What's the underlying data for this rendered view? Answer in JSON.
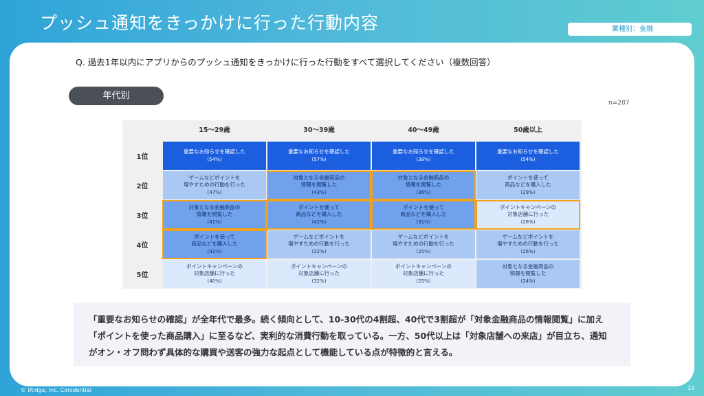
{
  "header": {
    "title": "プッシュ通知をきっかけに行った行動内容",
    "tag": "業種別：金融"
  },
  "question": "Q. 過去1年以内にアプリからのプッシュ通知をきっかけに行った行動をすべて選択してください（複数回答）",
  "segment_label": "年代別",
  "sample_size": "n=287",
  "table": {
    "columns": [
      "15〜29歳",
      "30〜39歳",
      "40〜49歳",
      "50歳以上"
    ],
    "ranks": [
      "1位",
      "2位",
      "3位",
      "4位",
      "5位"
    ],
    "cells": [
      [
        {
          "label": "重要なお知らせを確認した",
          "pct": "(54%)"
        },
        {
          "label": "重要なお知らせを確認した",
          "pct": "(57%)"
        },
        {
          "label": "重要なお知らせを確認した",
          "pct": "(38%)"
        },
        {
          "label": "重要なお知らせを確認した",
          "pct": "(54%)"
        }
      ],
      [
        {
          "label": "ゲームなどポイントを\n増やすための行動を行った",
          "pct": "(47%)"
        },
        {
          "label": "対象となる金融商品の\n情報を閲覧した",
          "pct": "(43%)"
        },
        {
          "label": "対象となる金融商品の\n情報を閲覧した",
          "pct": "(36%)"
        },
        {
          "label": "ポイントを使って\n商品などを購入した",
          "pct": "(29%)"
        }
      ],
      [
        {
          "label": "対象となる金融商品の\n情報を閲覧した",
          "pct": "(41%)"
        },
        {
          "label": "ポイントを使って\n商品などを購入した",
          "pct": "(42%)"
        },
        {
          "label": "ポイントを使って\n商品などを購入した",
          "pct": "(31%)"
        },
        {
          "label": "ポイントキャンペーンの\n対象店舗に行った",
          "pct": "(28%)"
        }
      ],
      [
        {
          "label": "ポイントを使って\n商品などを購入した",
          "pct": "(41%)"
        },
        {
          "label": "ゲームなどポイントを\n増やすための行動を行った",
          "pct": "(32%)"
        },
        {
          "label": "ゲームなどポイントを\n増やすための行動を行った",
          "pct": "(25%)"
        },
        {
          "label": "ゲームなどポイントを\n増やすための行動を行った",
          "pct": "(26%)"
        }
      ],
      [
        {
          "label": "ポイントキャンペーンの\n対象店舗に行った",
          "pct": "(40%)"
        },
        {
          "label": "ポイントキャンペーンの\n対象店舗に行った",
          "pct": "(32%)"
        },
        {
          "label": "ポイントキャンペーンの\n対象店舗に行った",
          "pct": "(25%)"
        },
        {
          "label": "対象となる金融商品の\n情報を閲覧した",
          "pct": "(24%)"
        }
      ]
    ]
  },
  "summary": "「重要なお知らせの確認」が全年代で最多。続く傾向として、10-30代の4割超、40代で3割超が「対象金融商品の情報閲覧」に加え「ポイントを使った商品購入」に至るなど、実利的な消費行動を取っている。一方、50代以上は「対象店舗への来店」が目立ち、通知がオン・オフ問わず具体的な購買や送客の強力な起点として機能している点が特徴的と言える。",
  "footer": {
    "copyright": "© iRidge, Inc. Conidential",
    "page": "10"
  },
  "colors": {
    "highlight": "#f5a21b",
    "rank1": "#1b5fe0",
    "strong": "#6fa1ec",
    "medium": "#a9c8f3",
    "weak": "#dce8fb"
  }
}
